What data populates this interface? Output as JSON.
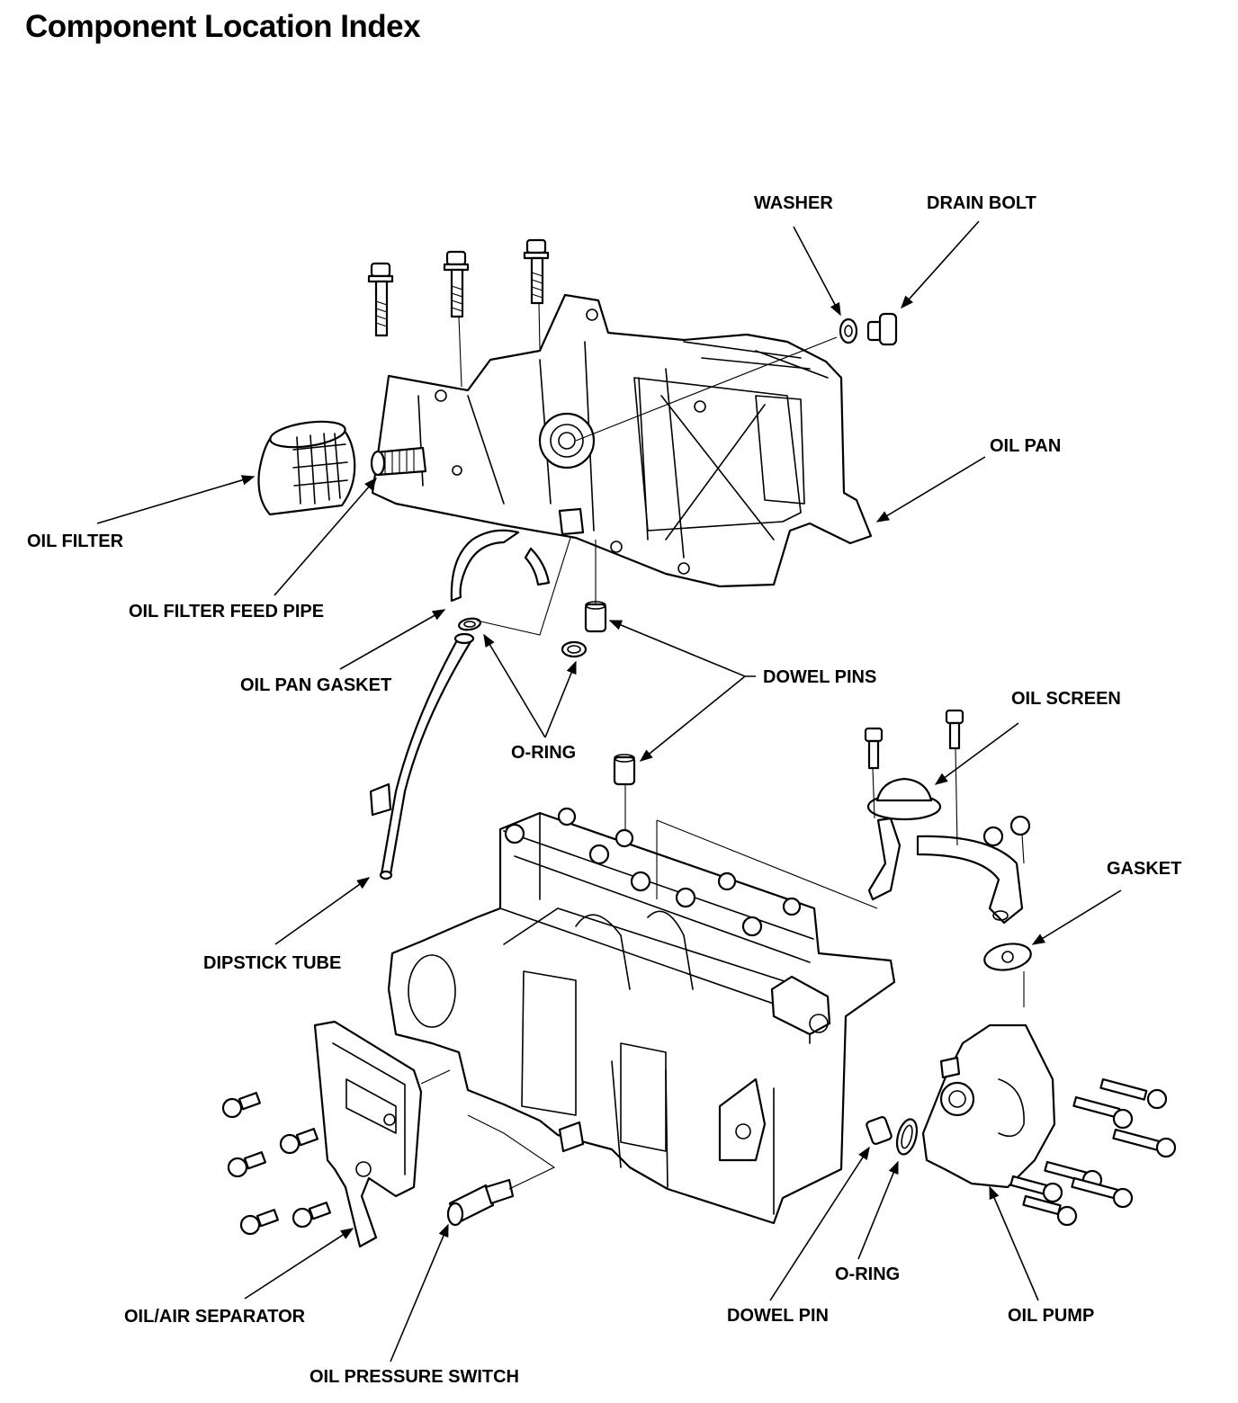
{
  "title": "Component Location Index",
  "labels": {
    "washer": "WASHER",
    "drain_bolt": "DRAIN BOLT",
    "oil_pan": "OIL PAN",
    "oil_filter": "OIL FILTER",
    "oil_filter_feed_pipe": "OIL FILTER FEED PIPE",
    "oil_pan_gasket": "OIL PAN GASKET",
    "dowel_pins": "DOWEL PINS",
    "o_ring_upper": "O-RING",
    "oil_screen": "OIL SCREEN",
    "gasket": "GASKET",
    "dipstick_tube": "DIPSTICK TUBE",
    "oil_air_separator": "OIL/AIR SEPARATOR",
    "oil_pressure_switch": "OIL PRESSURE SWITCH",
    "dowel_pin": "DOWEL PIN",
    "o_ring_lower": "O-RING",
    "oil_pump": "OIL PUMP"
  }
}
